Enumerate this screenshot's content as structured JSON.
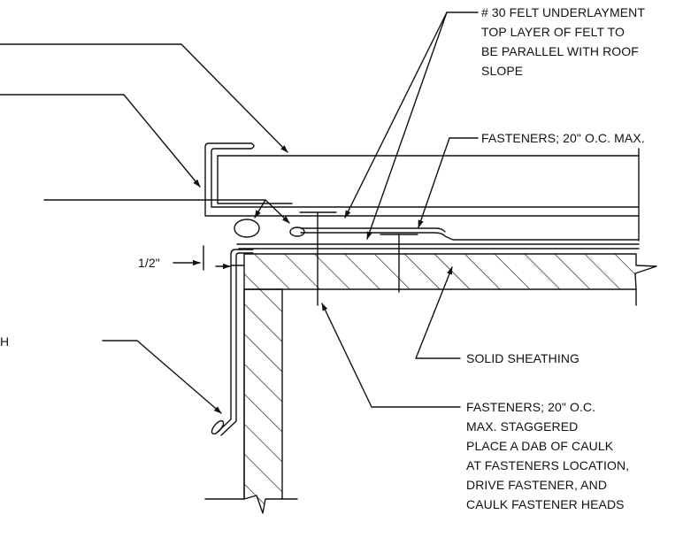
{
  "colors": {
    "background": "#ffffff",
    "ink": "#111111"
  },
  "labels": {
    "felt": [
      "# 30 FELT UNDERLAYMENT",
      "TOP LAYER OF FELT TO",
      "BE PARALLEL WITH ROOF",
      "SLOPE"
    ],
    "fasteners_top": "FASTENERS; 20\" O.C. MAX.",
    "half_inch": "1/2\"",
    "cut_h": "H",
    "sheathing": "SOLID SHEATHING",
    "fasteners_bottom": [
      "FASTENERS; 20\" O.C.",
      "MAX. STAGGERED",
      "PLACE A DAB OF CAULK",
      "AT FASTENERS LOCATION,",
      "DRIVE FASTENER, AND",
      "CAULK FASTENER HEADS"
    ]
  }
}
